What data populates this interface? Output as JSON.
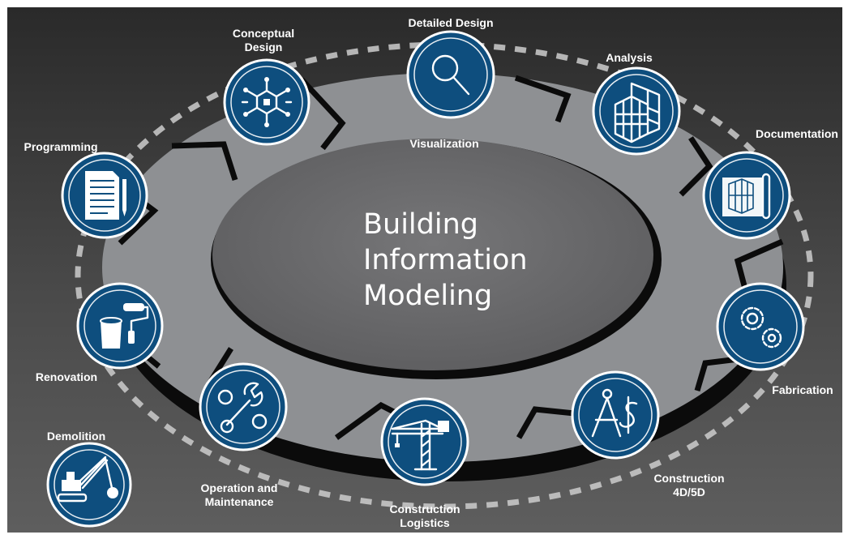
{
  "title": {
    "line1": "Building",
    "line2": "Information",
    "line3": "Modeling"
  },
  "stages": {
    "conceptual_design": {
      "line1": "Conceptual",
      "line2": "Design",
      "icon": "network-hexagon-icon"
    },
    "detailed_design": {
      "label": "Detailed Design",
      "icon": "magnifier-icon"
    },
    "visualization": {
      "label": "Visualization"
    },
    "analysis": {
      "label": "Analysis",
      "icon": "wireframe-building-icon"
    },
    "documentation": {
      "label": "Documentation",
      "icon": "blueprint-icon"
    },
    "fabrication": {
      "label": "Fabrication",
      "icon": "gears-icon"
    },
    "construction_4d5d": {
      "line1": "Construction",
      "line2": "4D/5D",
      "icon": "compass-dollar-icon"
    },
    "construction_logistics": {
      "line1": "Construction",
      "line2": "Logistics",
      "icon": "tower-crane-icon"
    },
    "operation_maintenance": {
      "line1": "Operation and",
      "line2": "Maintenance",
      "icon": "wrench-nuts-icon"
    },
    "demolition": {
      "label": "Demolition",
      "icon": "wrecking-crane-icon"
    },
    "renovation": {
      "label": "Renovation",
      "icon": "paint-roller-icon"
    },
    "programming": {
      "label": "Programming",
      "icon": "document-pencil-icon"
    }
  },
  "colors": {
    "background_top": "#2b2b2b",
    "background_bottom": "#5a5a5a",
    "ring": "#8f9194",
    "ring_shadow": "#0a0a0a",
    "center": "#6b6b6d",
    "node": "#0e4e7e",
    "dash": "#c8c8c8",
    "text": "#ffffff"
  }
}
